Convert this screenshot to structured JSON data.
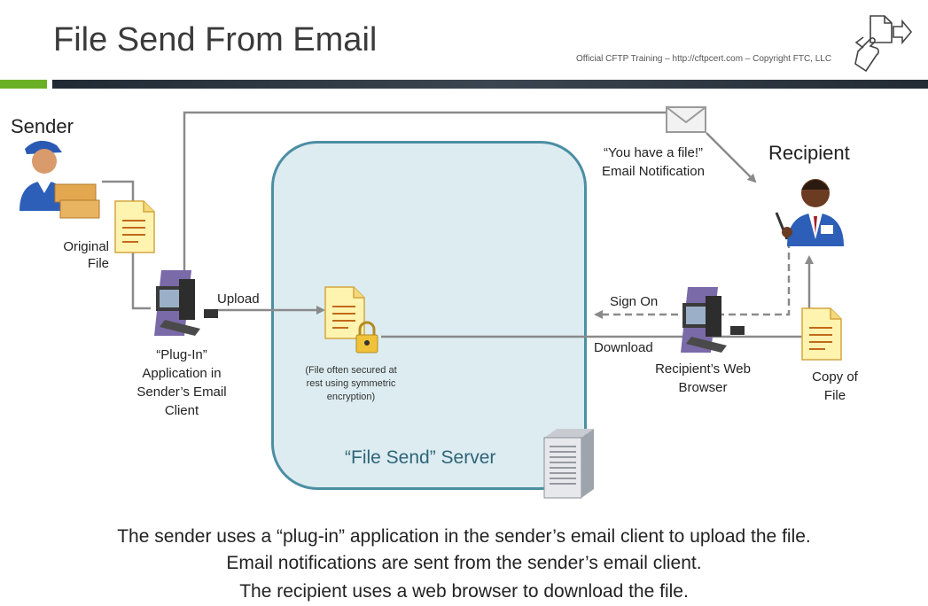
{
  "header": {
    "title": "File Send From Email",
    "copyright": "Official CFTP Training – http://cftpcert.com – Copyright FTC, LLC",
    "logo_icon": "file-transfer-hand-icon"
  },
  "diagram": {
    "sender": "Sender",
    "recipient": "Recipient",
    "original_file": [
      "Original",
      "File"
    ],
    "plugin": [
      "“Plug-In”",
      "Application in",
      "Sender’s Email",
      "Client"
    ],
    "upload": "Upload",
    "notification": [
      "“You have a file!”",
      "Email Notification"
    ],
    "sign_on": "Sign On",
    "download": "Download",
    "browser": [
      "Recipient’s Web",
      "Browser"
    ],
    "copy_file": [
      "Copy of",
      "File"
    ],
    "secure_note": [
      "(File often secured at",
      "rest using symmetric",
      "encryption)"
    ],
    "server": "“File Send” Server"
  },
  "captions": [
    "The sender uses a “plug-in” application in the sender’s email client to upload the file.",
    "Email notifications are sent from the sender’s email client.",
    "The recipient uses a web browser to download the file."
  ],
  "colors": {
    "accent_green": "#6ab025",
    "server_fill": "#dcecf1",
    "server_border": "#4d8ea3",
    "arrow_gray": "#8a8a8a"
  }
}
